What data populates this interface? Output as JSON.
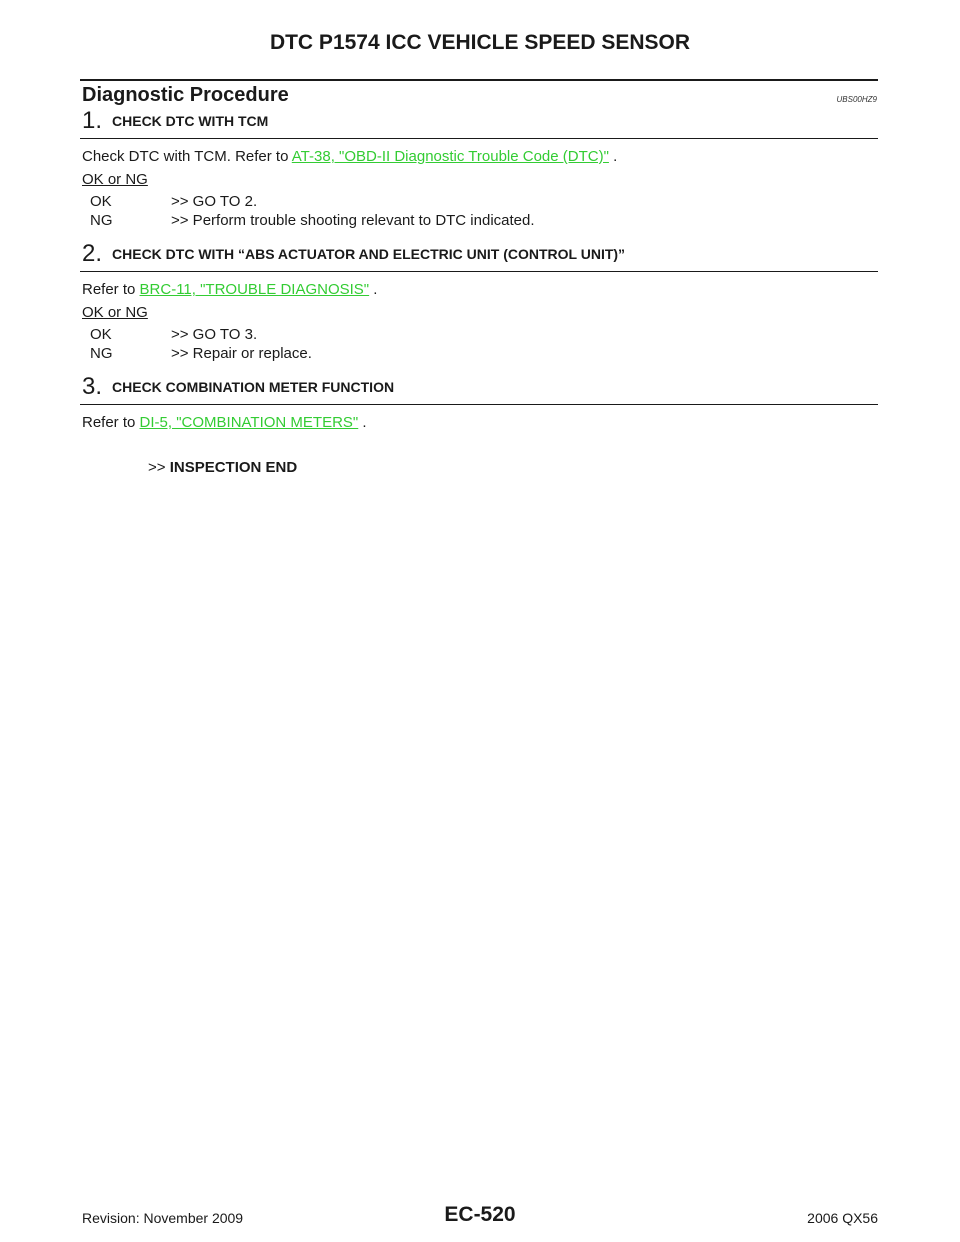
{
  "header": {
    "title": "DTC P1574 ICC VEHICLE SPEED SENSOR"
  },
  "section": {
    "title": "Diagnostic Procedure",
    "id": "UBS00HZ9"
  },
  "steps": [
    {
      "number": "1.",
      "title": "CHECK DTC WITH TCM",
      "text_before": "Check DTC with TCM. Refer to ",
      "link": "AT-38, \"OBD-II Diagnostic Trouble Code (DTC)\"",
      "text_after": " .",
      "ok_ng_label": "OK or NG",
      "results": [
        {
          "key": "OK",
          "value": ">> GO TO 2."
        },
        {
          "key": "NG",
          "value": ">> Perform trouble shooting relevant to DTC indicated."
        }
      ]
    },
    {
      "number": "2.",
      "title": "CHECK DTC WITH “ABS ACTUATOR AND ELECTRIC UNIT (CONTROL UNIT)”",
      "text_before": "Refer to ",
      "link": "BRC-11, \"TROUBLE DIAGNOSIS\"",
      "text_after": " .",
      "ok_ng_label": "OK or NG",
      "results": [
        {
          "key": "OK",
          "value": ">> GO TO 3."
        },
        {
          "key": "NG",
          "value": ">> Repair or replace."
        }
      ]
    },
    {
      "number": "3.",
      "title": "CHECK COMBINATION METER FUNCTION",
      "text_before": "Refer to ",
      "link": "DI-5, \"COMBINATION METERS\"",
      "text_after": " .",
      "end_prefix": ">> ",
      "end_text": "INSPECTION END"
    }
  ],
  "footer": {
    "revision": "Revision: November 2009",
    "page": "EC-520",
    "model": "2006 QX56"
  }
}
